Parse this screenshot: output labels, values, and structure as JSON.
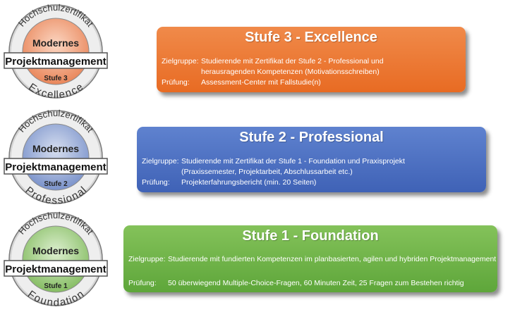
{
  "levels": [
    {
      "seal": {
        "arc_top": "Hochschulzertifikat",
        "top": "Modernes",
        "band": "Projektmanagement",
        "stufe": "Stufe 3",
        "arc_bottom": "Excellence",
        "color": "#f2a27a"
      },
      "card": {
        "title": "Stufe 3 - Excellence",
        "zielgruppe_label": "Zielgruppe:",
        "zielgruppe_line1": "Studierende mit Zertifikat der Stufe 2 - Professional und",
        "zielgruppe_line2": "herausragenden Kompetenzen (Motivationsschreiben)",
        "pruefung_label": "Prüfung:",
        "pruefung": "Assessment-Center mit Fallstudie(n)",
        "color": "#ec7b34"
      }
    },
    {
      "seal": {
        "arc_top": "Hochschulzertifikat",
        "top": "Modernes",
        "band": "Projektmanagement",
        "stufe": "Stufe 2",
        "arc_bottom": "Professional",
        "color": "#8ea3d6"
      },
      "card": {
        "title": "Stufe 2 - Professional",
        "zielgruppe_label": "Zielgruppe:",
        "zielgruppe_line1": "Studierende mit Zertifikat der Stufe 1 - Foundation und Praxisprojekt",
        "zielgruppe_line2": "(Praxissemester, Projektarbeit, Abschlussarbeit etc.)",
        "pruefung_label": "Prüfung:",
        "pruefung": "Projekterfahrungsbericht (min. 20 Seiten)",
        "color": "#4a6fc2"
      }
    },
    {
      "seal": {
        "arc_top": "Hochschulzertifikat",
        "top": "Modernes",
        "band": "Projektmanagement",
        "stufe": "Stufe 1",
        "arc_bottom": "Foundation",
        "color": "#9ccb82"
      },
      "card": {
        "title": "Stufe 1 - Foundation",
        "zielgruppe_label": "Zielgruppe:",
        "zielgruppe_line1": "Studierende mit fundierten Kompetenzen im planbasierten, agilen und hybriden Projektmanagement",
        "pruefung_label": "Prüfung:",
        "pruefung": "50 überwiegend Multiple-Choice-Fragen, 60 Minuten Zeit, 25 Fragen zum Bestehen richtig",
        "color": "#6db346"
      }
    }
  ]
}
